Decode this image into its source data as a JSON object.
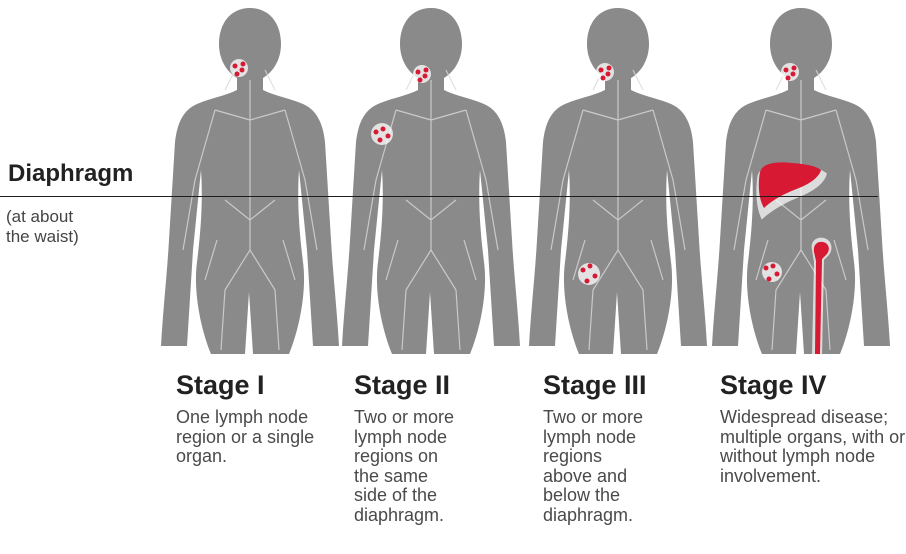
{
  "diaphragm": {
    "label": "Diaphragm",
    "note": "(at about the waist)"
  },
  "colors": {
    "body": "#8a8a8a",
    "lymph": "#d9d9d9",
    "highlight": "#d71933"
  },
  "stages": [
    {
      "title": "Stage I",
      "description": "One lymph node region or a single organ."
    },
    {
      "title": "Stage II",
      "description": "Two or more lymph node regions on the same side of the diaphragm."
    },
    {
      "title": "Stage III",
      "description": "Two or more lymph node regions above and below the diaphragm."
    },
    {
      "title": "Stage IV",
      "description": "Widespread disease; multiple organs, with or without lymph node involvement."
    }
  ]
}
